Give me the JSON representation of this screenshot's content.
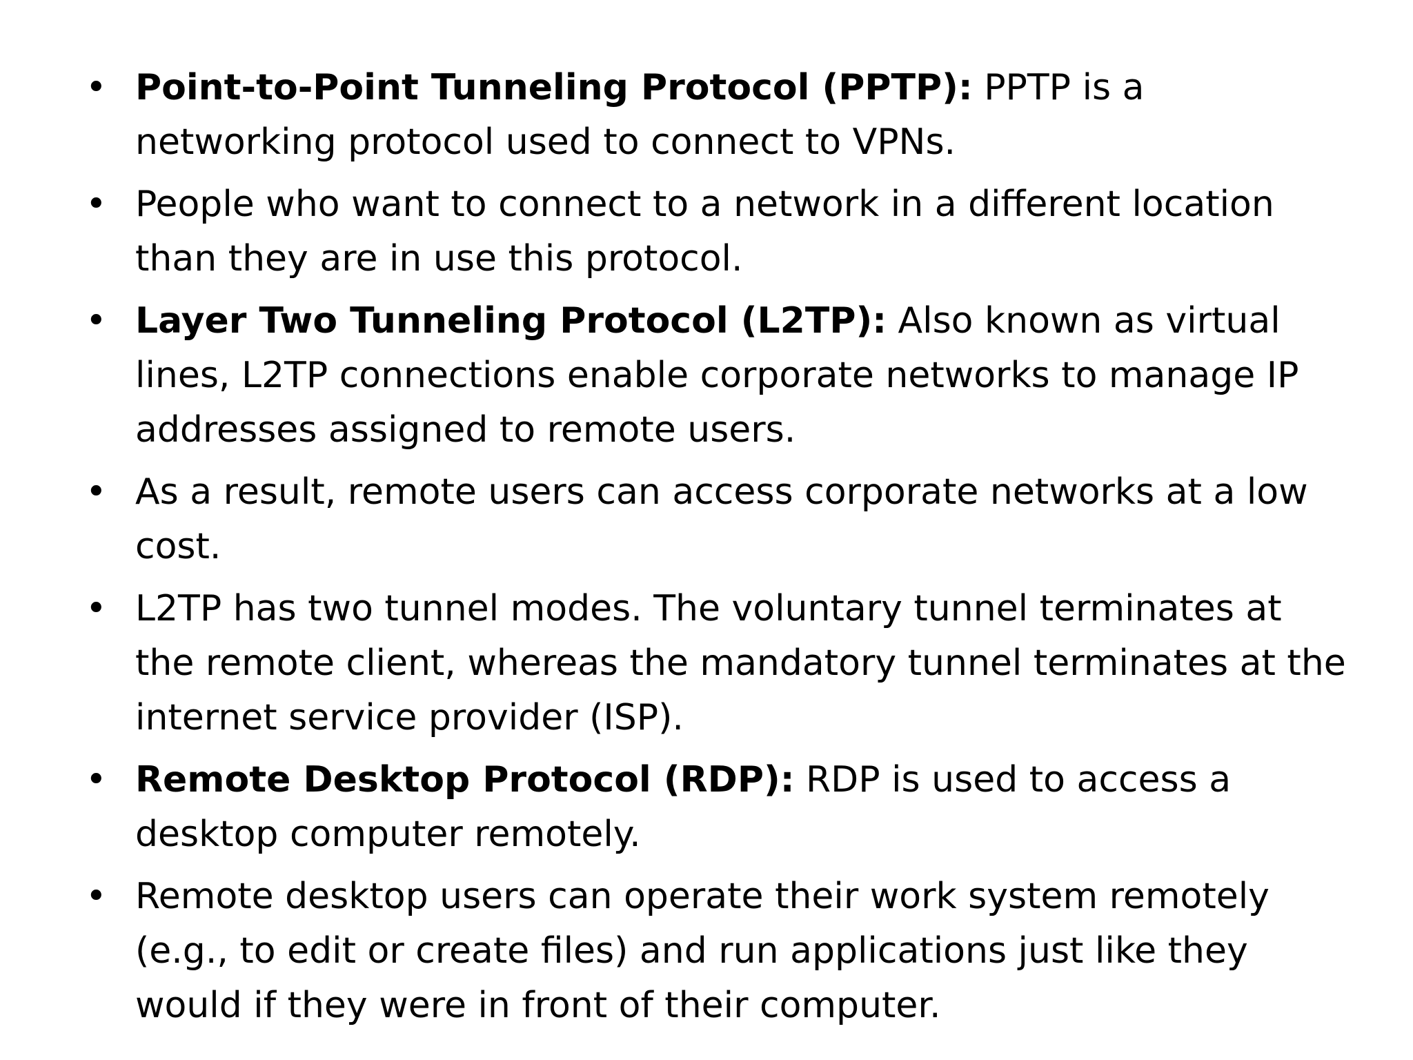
{
  "slide": {
    "bullet_symbol": "•",
    "bullets": [
      {
        "term": "Point-to-Point Tunneling Protocol (PPTP):",
        "text": " PPTP is a networking protocol used to connect to VPNs."
      },
      {
        "term": "",
        "text": "People who want to connect to a network in a different location than they are in use this protocol."
      },
      {
        "term": "Layer Two Tunneling Protocol (L2TP):",
        "text": " Also known as virtual lines, L2TP connections enable corporate networks to manage IP addresses assigned to remote users."
      },
      {
        "term": "",
        "text": "As a result, remote users can access corporate networks at a low cost."
      },
      {
        "term": "",
        "text": "L2TP has two tunnel modes. The voluntary tunnel terminates at the remote client, whereas the mandatory tunnel terminates at the internet service provider (ISP)."
      },
      {
        "term": "Remote Desktop Protocol (RDP):",
        "text": " RDP is used to access a desktop computer remotely."
      },
      {
        "term": "",
        "text": " Remote desktop users can operate their work system remotely (e.g., to edit or create files) and run applications just like they would if they were in front of their computer."
      }
    ]
  }
}
